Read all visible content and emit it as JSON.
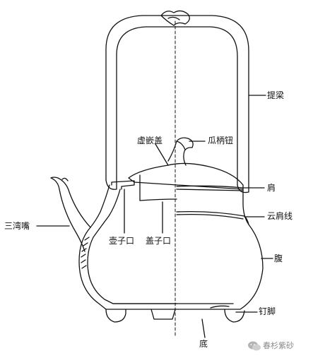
{
  "labels": {
    "handle": "提梁",
    "lid_knob": "瓜柄钮",
    "inlaid_lid": "虚嵌盖",
    "shoulder": "肩",
    "spout": "三湾嘴",
    "cloud_shoulder_line": "云肩线",
    "pot_mouth": "壶子口",
    "lid_mouth": "盖子口",
    "belly": "腹",
    "nail_feet": "钉脚",
    "bottom": "底"
  },
  "watermark": {
    "text": "春杉紫砂",
    "icon": "wechat-icon"
  },
  "colors": {
    "line": "#111111",
    "watermark": "#8a8a8a"
  }
}
